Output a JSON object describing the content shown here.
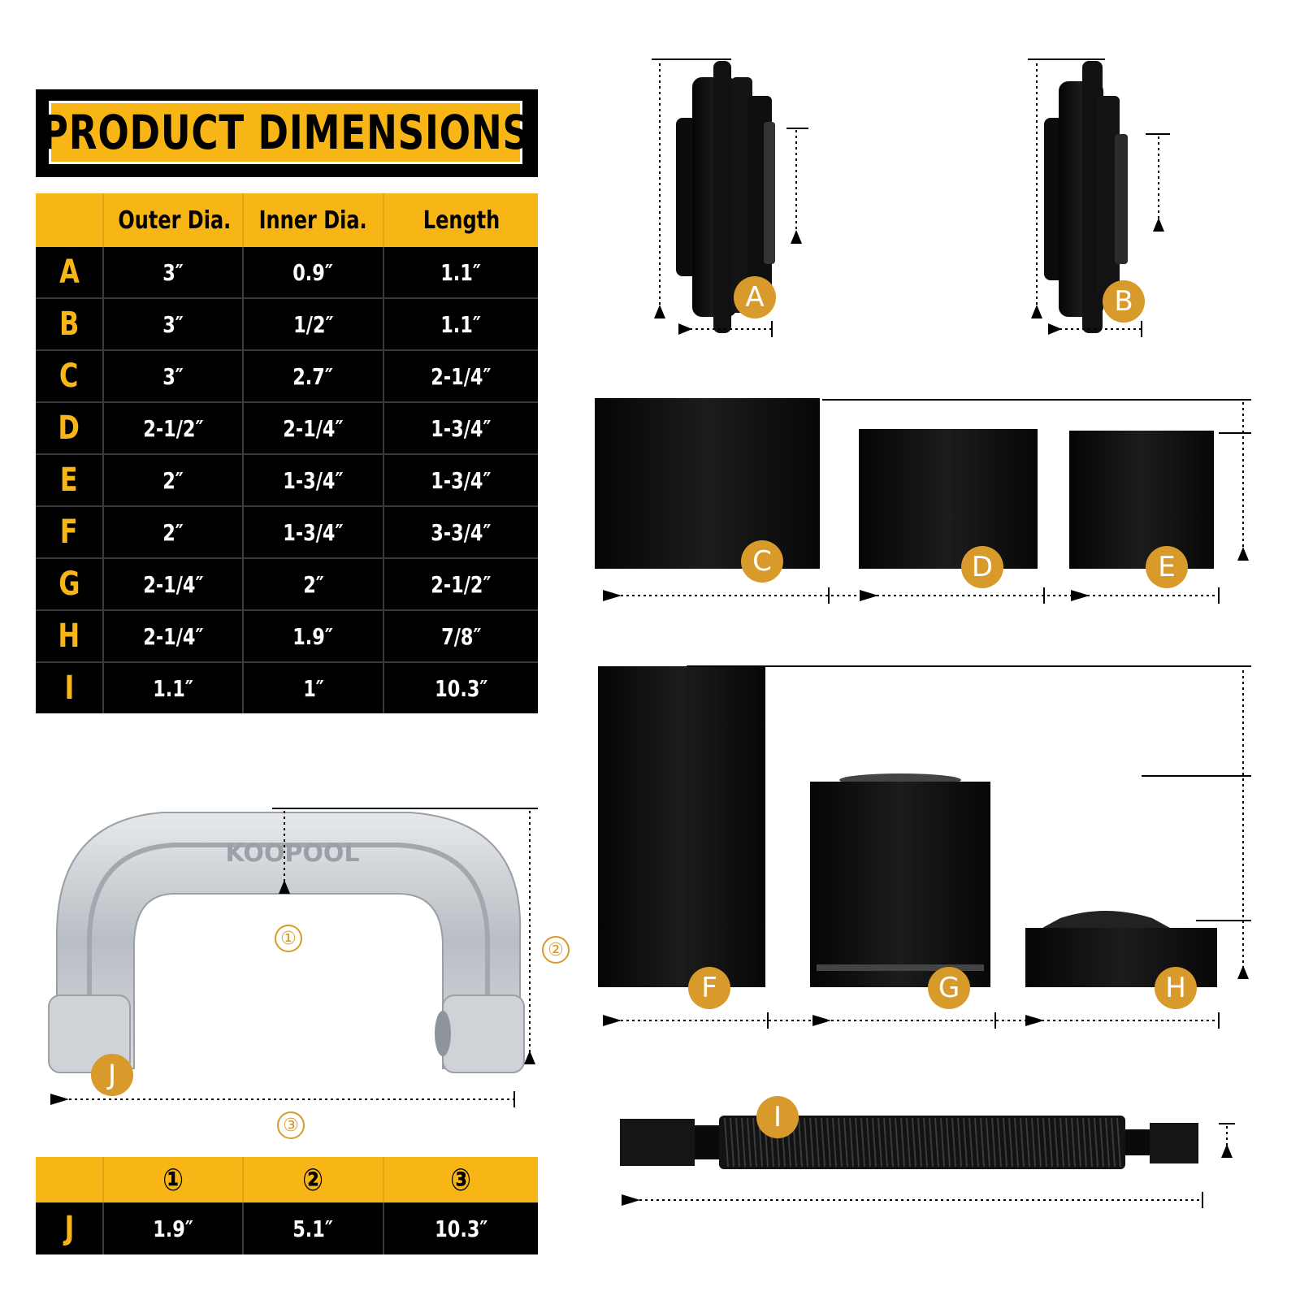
{
  "title": "PRODUCT DIMENSIONS",
  "dimensions_table": {
    "headers": [
      "",
      "Outer Dia.",
      "Inner Dia.",
      "Length"
    ],
    "rows": [
      {
        "label": "A",
        "outer": "3″",
        "inner": "0.9″",
        "length": "1.1″"
      },
      {
        "label": "B",
        "outer": "3″",
        "inner": "1/2″",
        "length": "1.1″"
      },
      {
        "label": "C",
        "outer": "3″",
        "inner": "2.7″",
        "length": "2-1/4″"
      },
      {
        "label": "D",
        "outer": "2-1/2″",
        "inner": "2-1/4″",
        "length": "1-3/4″"
      },
      {
        "label": "E",
        "outer": "2″",
        "inner": "1-3/4″",
        "length": "1-3/4″"
      },
      {
        "label": "F",
        "outer": "2″",
        "inner": "1-3/4″",
        "length": "3-3/4″"
      },
      {
        "label": "G",
        "outer": "2-1/4″",
        "inner": "2″",
        "length": "2-1/2″"
      },
      {
        "label": "H",
        "outer": "2-1/4″",
        "inner": "1.9″",
        "length": "7/8″"
      },
      {
        "label": "I",
        "outer": "1.1″",
        "inner": "1″",
        "length": "10.3″"
      }
    ]
  },
  "j_table": {
    "headers": [
      "",
      "①",
      "②",
      "③"
    ],
    "row": {
      "label": "J",
      "v1": "1.9″",
      "v2": "5.1″",
      "v3": "10.3″"
    }
  },
  "badges": {
    "A": "A",
    "B": "B",
    "C": "C",
    "D": "D",
    "E": "E",
    "F": "F",
    "G": "G",
    "H": "H",
    "I": "I",
    "J": "J"
  },
  "circled_numbers": {
    "one": "①",
    "two": "②",
    "three": "③"
  },
  "brand_mark": "KOOPOOL",
  "colors": {
    "accent": "#f7b615",
    "badge": "#d89a2b",
    "table_bg": "#000000",
    "clamp": "#c9cdd2"
  }
}
